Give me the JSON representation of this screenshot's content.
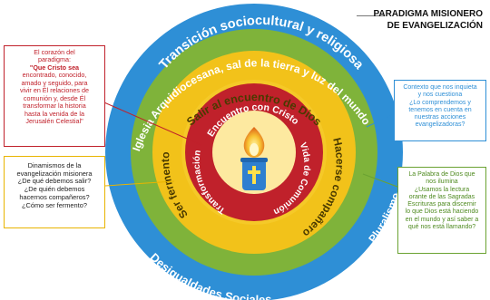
{
  "title": {
    "line1": "PARADIGMA MISIONERO",
    "line2": "DE EVANGELIZACIÓN"
  },
  "rings": {
    "outer_top": "Transición sociocultural y religiosa",
    "outer_bottom": "Desigualdades Sociales",
    "outer_right": "Pluralismo",
    "green_top": "Iglesia Arquidiocesana, sal de la tierra  y luz del mundo",
    "yellow_top": "Salir al encuentro de Dios",
    "yellow_left": "Ser fermento",
    "yellow_right": "Hacerse compañero",
    "red_top": "Encuentro con Cristo",
    "red_right": "Vida de Comunión",
    "red_left": "Transformación"
  },
  "callouts": {
    "red": {
      "lines": [
        "El corazón del",
        "paradigma:",
        "\"Que Cristo sea",
        "encontrado, conocido,",
        "amado y seguido, para",
        "vivir en Él relaciones de",
        "comunión y, desde Él",
        "transformar la historia",
        "hasta la venida de la",
        "Jerusalén Celestial\""
      ]
    },
    "yellow": {
      "lines": [
        "Dinamismos de la",
        "evangelización misionera",
        "¿De qué debemos salir?",
        "¿De quién debemos",
        "hacernos compañeros?",
        "¿Cómo ser fermento?"
      ]
    },
    "blue": {
      "lines": [
        "Contexto que nos inquieta",
        "y nos cuestiona",
        "¿Lo comprendemos y",
        "tenemos en cuenta en",
        "nuestras acciones",
        "evangelizadoras?"
      ]
    },
    "green": {
      "lines": [
        "La Palabra de Dios que",
        "nos ilumina",
        "¿Usamos la lectura",
        "orante de las Sagradas",
        "Escrituras para discernir",
        "lo que Dios está haciendo",
        "en el mundo y así saber a",
        "qué nos está llamando?"
      ]
    }
  },
  "colors": {
    "outer_ring": "#2e8fd6",
    "green_ring": "#7fb33a",
    "yellow_ring": "#f2c21a",
    "red_ring": "#c0212b",
    "center": "#fde9a0",
    "candle": "#2e7fd0",
    "flame": "#f5a623",
    "callout_red": "#c0212b",
    "callout_yellow": "#e8b400",
    "callout_blue": "#2e8fd6",
    "callout_green": "#6aa232"
  },
  "icons": [
    "candle-icon",
    "flame-icon",
    "cross-icon"
  ]
}
